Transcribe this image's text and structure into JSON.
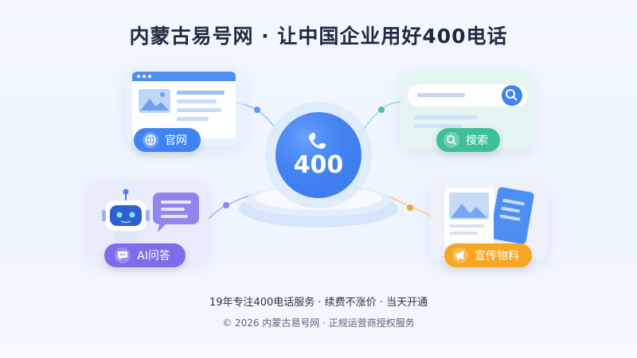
{
  "title": "内蒙古易号网 · 让中国企业用好400电话",
  "hub": {
    "label": "400"
  },
  "features": {
    "website": {
      "label": "官网",
      "color": "#3f84f2",
      "icon": "globe-icon"
    },
    "search": {
      "label": "搜索",
      "color": "#3fbf98",
      "icon": "search-icon"
    },
    "ai": {
      "label": "AI问答",
      "color": "#7b6ee8",
      "icon": "chat-bubble-icon"
    },
    "promo": {
      "label": "宣传物料",
      "color": "#f5a623",
      "icon": "megaphone-icon"
    }
  },
  "footer": {
    "tagline": "19年专注400电话服务 · 续费不涨价 · 当天开通",
    "copyright": "© 2026 内蒙古易号网 · 正规运营商授权服务"
  }
}
